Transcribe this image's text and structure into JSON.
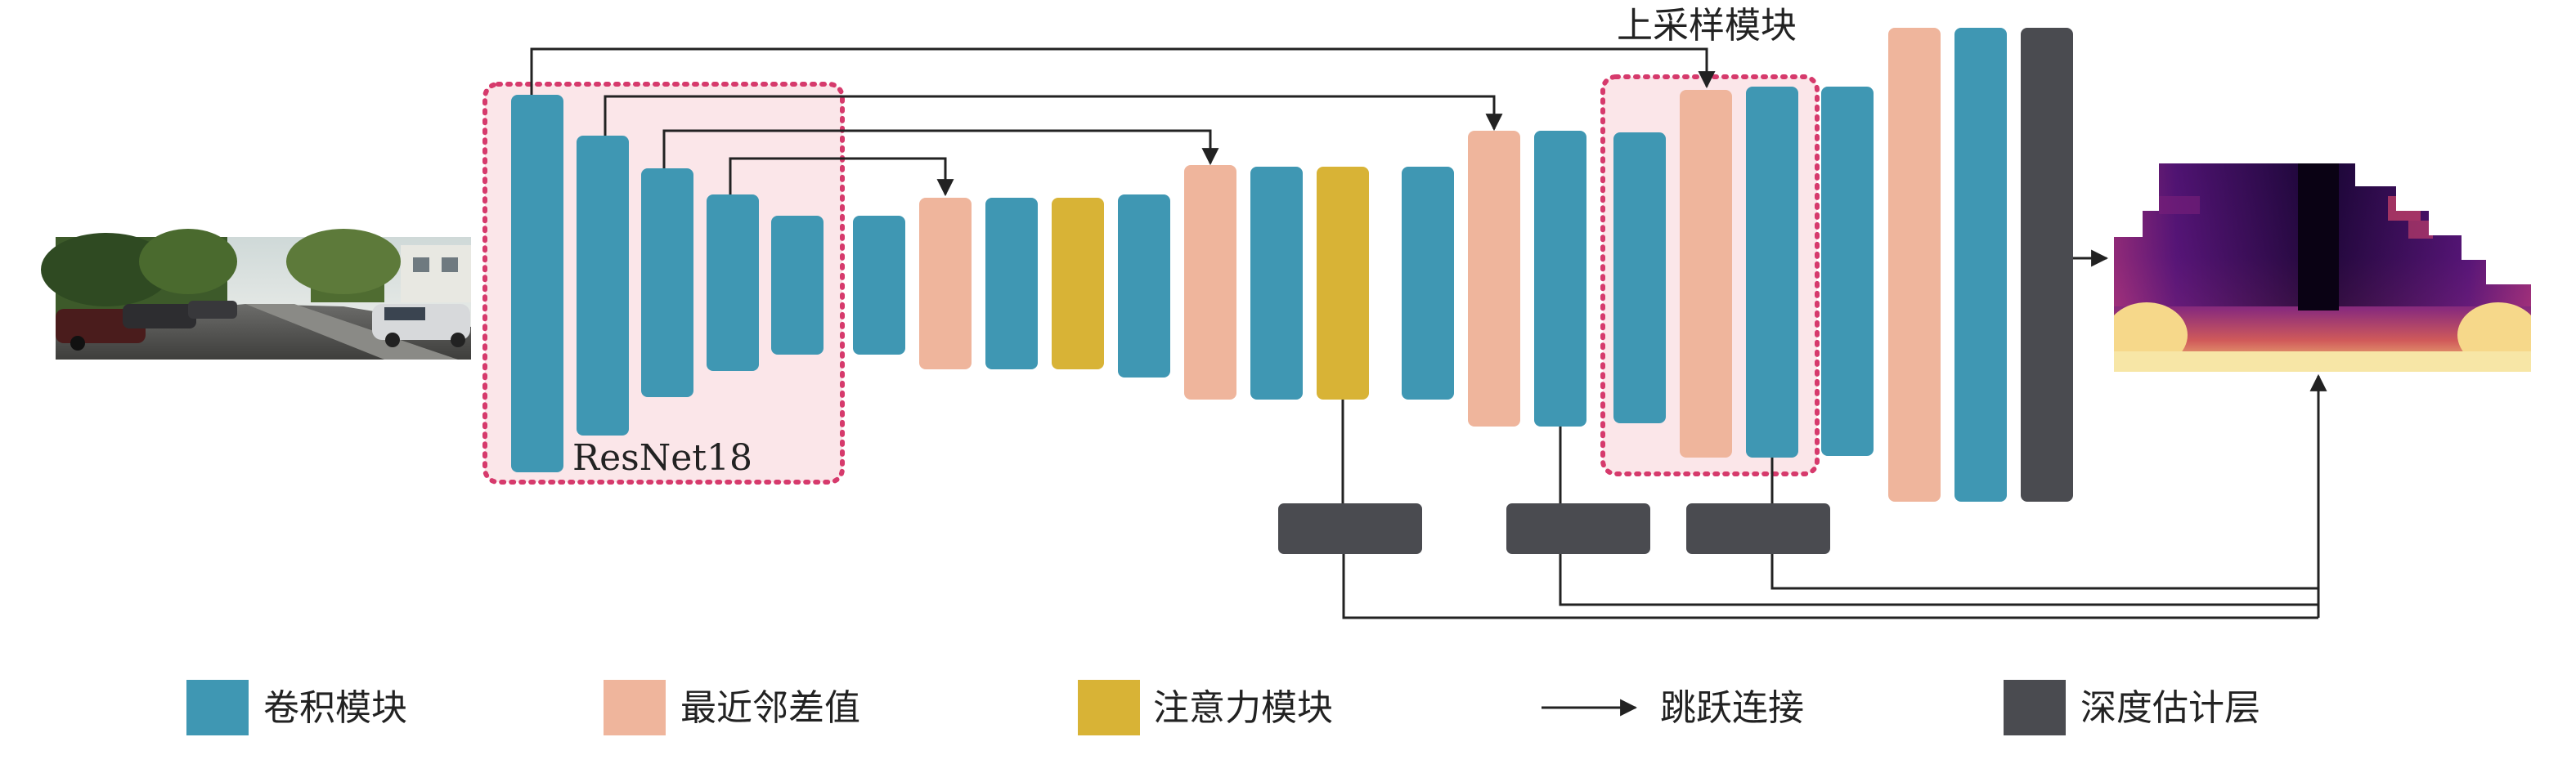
{
  "labels": {
    "resnet": "ResNet18",
    "upsample": "上采样模块"
  },
  "legend": [
    {
      "type": "conv",
      "label": "卷积模块"
    },
    {
      "type": "interp",
      "label": "最近邻差值"
    },
    {
      "type": "attn",
      "label": "注意力模块"
    },
    {
      "type": "skip",
      "label": "跳跃连接"
    },
    {
      "type": "depth",
      "label": "深度估计层"
    }
  ],
  "colors": {
    "conv": "#3f97b3",
    "interp": "#efb59c",
    "attn": "#d8b336",
    "depth": "#4a4b50",
    "dotted_box": "#d63a6c",
    "box_fill": "#fbe6e9",
    "line": "#222222"
  },
  "icons": {
    "input": "street-scene-photo",
    "output": "depth-map-image"
  }
}
